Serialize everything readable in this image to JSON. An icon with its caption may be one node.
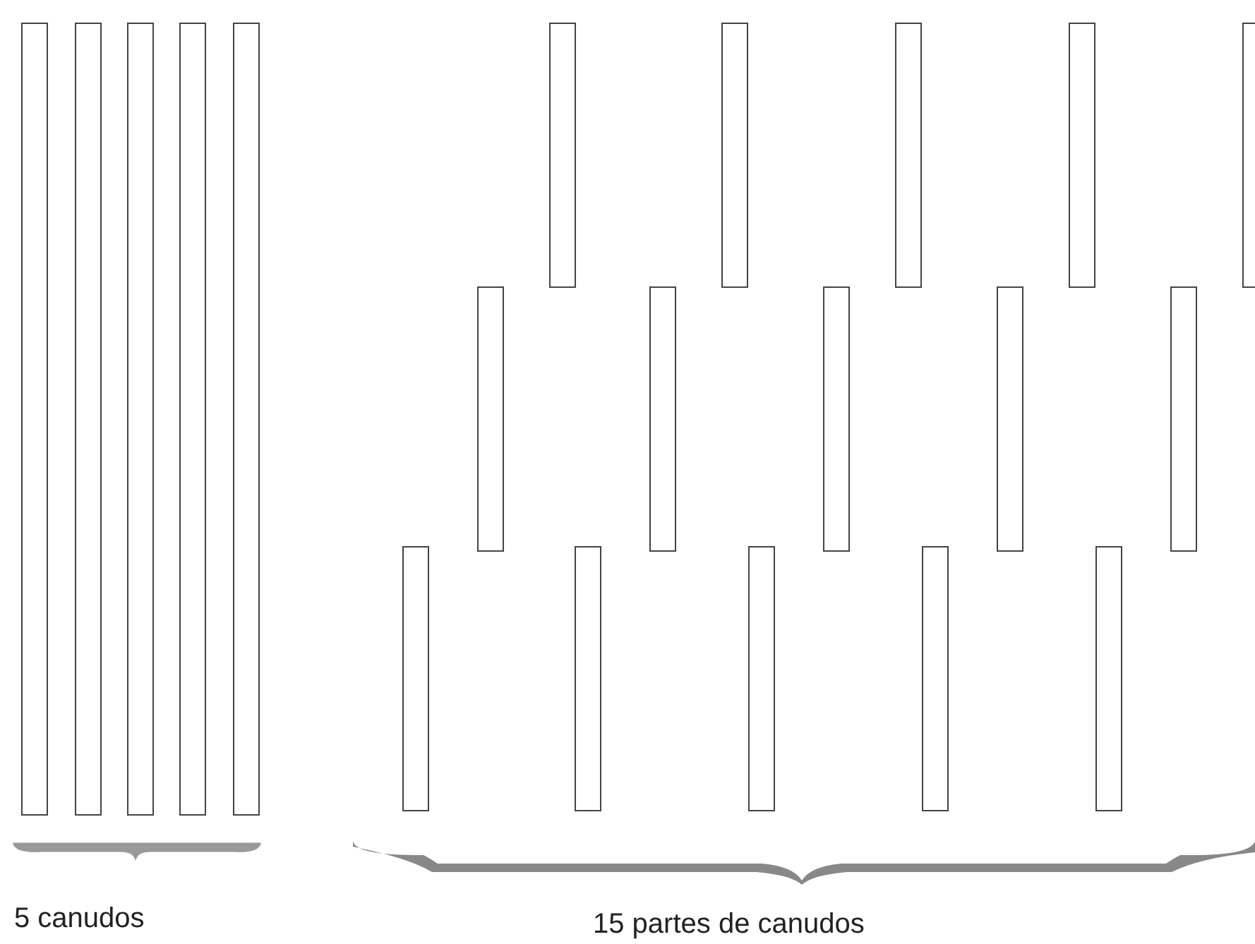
{
  "diagram": {
    "nodes": [
      {
        "text": [],
        "shape": "bar"
      },
      {
        "text": [],
        "shape": "bar"
      },
      {
        "text": [],
        "shape": "bar"
      },
      {
        "text": [],
        "shape": "bar"
      },
      {
        "text": [],
        "shape": "bar"
      },
      {
        "text": [],
        "shape": "bar"
      },
      {
        "text": [],
        "shape": "bar"
      },
      {
        "text": [],
        "shape": "bar"
      },
      {
        "text": [],
        "shape": "bar"
      },
      {
        "text": [],
        "shape": "bar"
      },
      {
        "text": [],
        "shape": "bar"
      },
      {
        "text": [],
        "shape": "bar"
      },
      {
        "text": [],
        "shape": "bar"
      },
      {
        "text": [],
        "shape": "bar"
      },
      {
        "text": [],
        "shape": "bar"
      },
      {
        "text": [],
        "shape": "bar"
      },
      {
        "text": [],
        "shape": "bar"
      },
      {
        "text": [],
        "shape": "bar"
      },
      {
        "text": [],
        "shape": "bar"
      },
      {
        "text": [],
        "shape": "bar"
      }
    ],
    "labels": [
      "5 canudos",
      "15 partes de canudos"
    ]
  }
}
